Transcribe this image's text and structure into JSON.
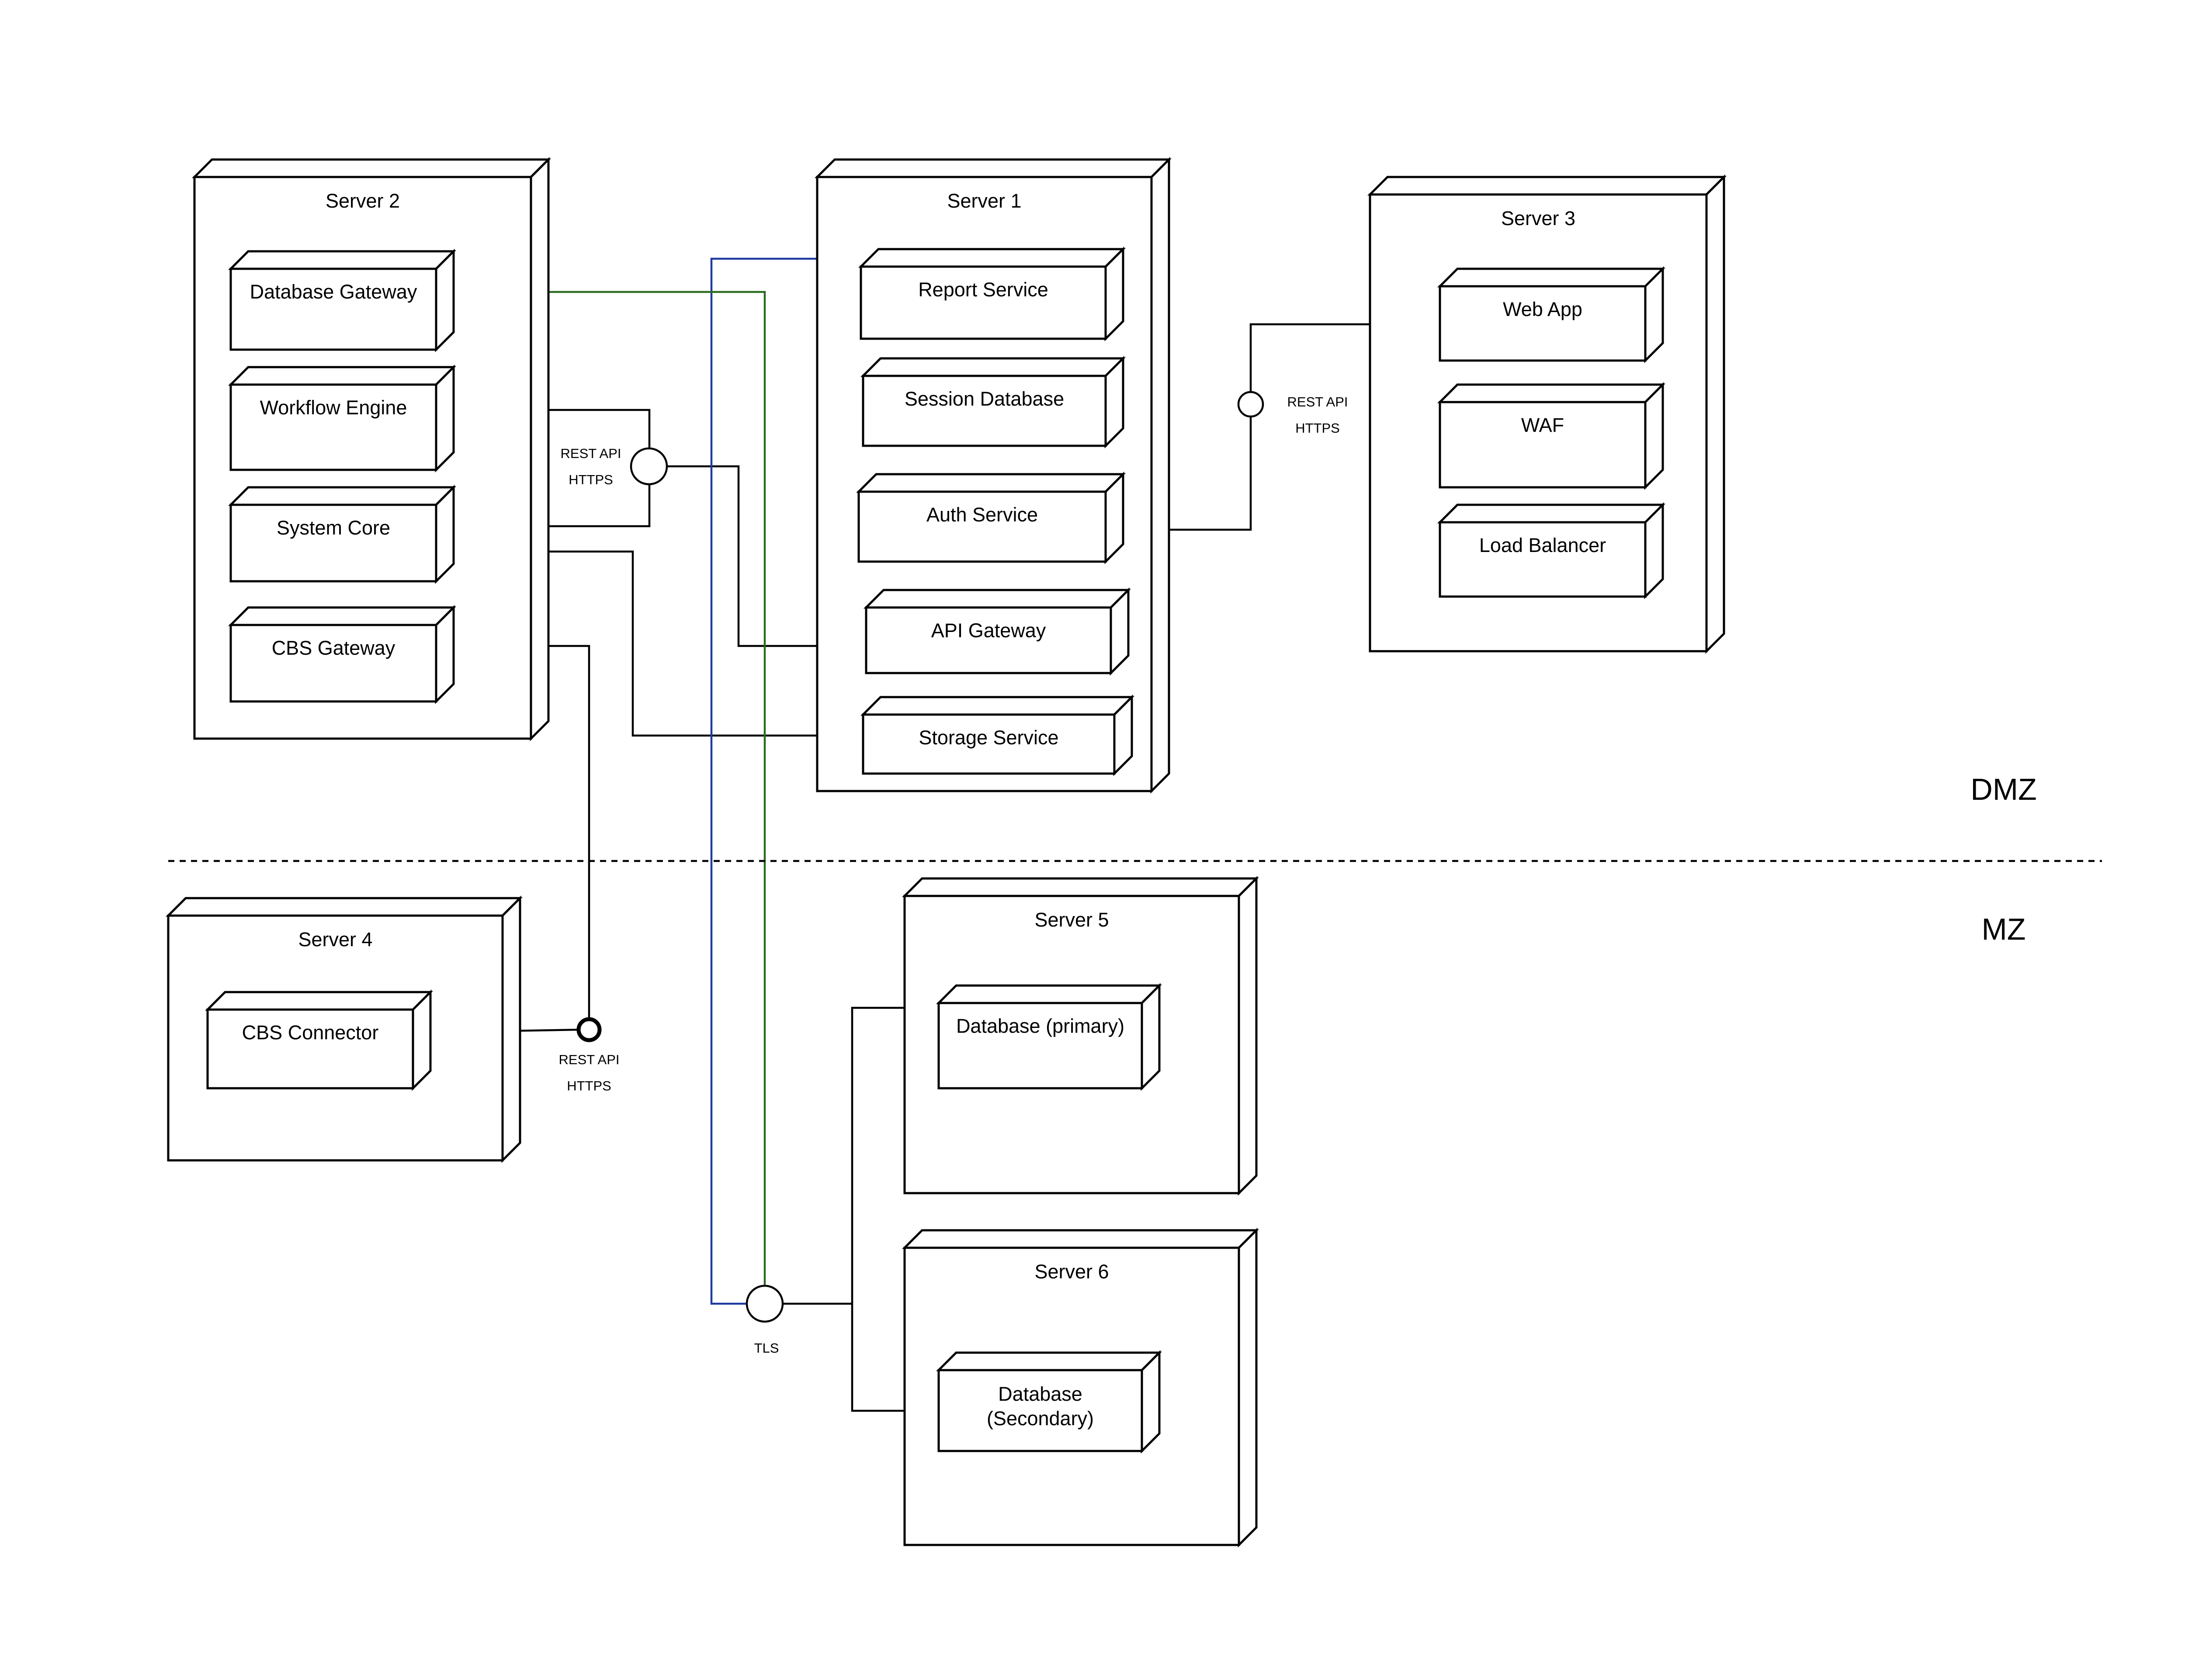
{
  "servers": [
    {
      "id": "server-2",
      "title": "Server 2",
      "components": [
        {
          "id": "database-gateway",
          "label": "Database Gateway"
        },
        {
          "id": "workflow-engine",
          "label": "Workflow Engine"
        },
        {
          "id": "system-core",
          "label": "System Core"
        },
        {
          "id": "cbs-gateway",
          "label": "CBS Gateway"
        }
      ]
    },
    {
      "id": "server-1",
      "title": "Server 1",
      "components": [
        {
          "id": "report-service",
          "label": "Report Service"
        },
        {
          "id": "session-database",
          "label": "Session Database"
        },
        {
          "id": "auth-service",
          "label": "Auth Service"
        },
        {
          "id": "api-gateway",
          "label": "API Gateway"
        },
        {
          "id": "storage-service",
          "label": "Storage Service"
        }
      ]
    },
    {
      "id": "server-3",
      "title": "Server 3",
      "components": [
        {
          "id": "web-app",
          "label": "Web App"
        },
        {
          "id": "waf",
          "label": "WAF"
        },
        {
          "id": "load-balancer",
          "label": "Load Balancer"
        }
      ]
    },
    {
      "id": "server-4",
      "title": "Server 4",
      "components": [
        {
          "id": "cbs-connector",
          "label": "CBS Connector"
        }
      ]
    },
    {
      "id": "server-5",
      "title": "Server 5",
      "components": [
        {
          "id": "database-primary",
          "label": "Database (primary)"
        }
      ]
    },
    {
      "id": "server-6",
      "title": "Server 6",
      "components": [
        {
          "id": "database-secondary",
          "label": "Database\n(Secondary)"
        }
      ]
    }
  ],
  "interfaces": [
    {
      "id": "iface-server2-server1",
      "lines": [
        "REST API",
        "HTTPS"
      ]
    },
    {
      "id": "iface-server3",
      "lines": [
        "REST API",
        "HTTPS"
      ]
    },
    {
      "id": "iface-cbs",
      "lines": [
        "REST API",
        "HTTPS"
      ]
    },
    {
      "id": "iface-tls",
      "lines": [
        "TLS"
      ]
    }
  ],
  "zones": {
    "upper": "DMZ",
    "lower": "MZ"
  },
  "colors": {
    "line": "#000000",
    "blue_link": "#1f3a9e",
    "green_link": "#2b6a1e",
    "background": "#ffffff"
  }
}
